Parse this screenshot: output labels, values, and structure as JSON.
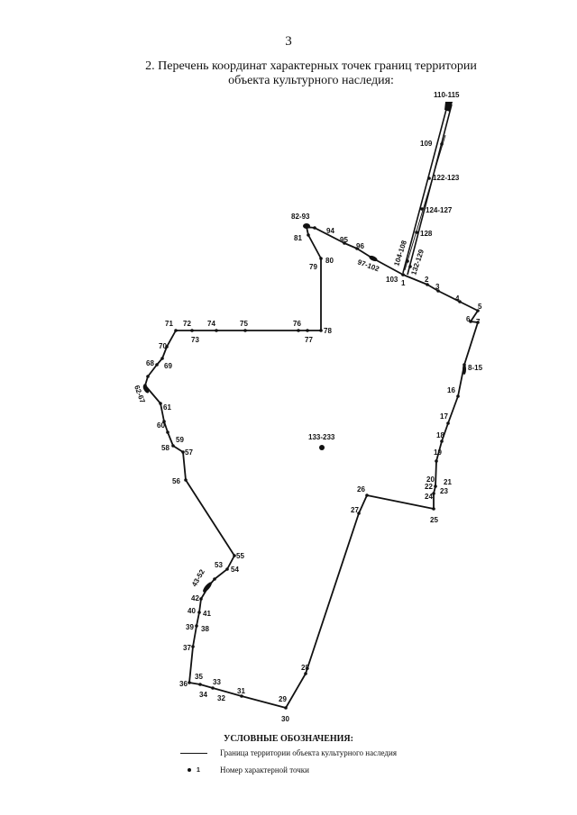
{
  "page_number": "3",
  "heading": "2. Перечень координат характерных точек границ территории объекта культурного наследия:",
  "plan_labels": [
    "110-115",
    "109",
    "122-123",
    "124-127",
    "128",
    "104-108",
    "132-129",
    "82-93",
    "81",
    "94",
    "95",
    "96",
    "97-102",
    "103",
    "79",
    "80",
    "1",
    "2",
    "3",
    "4",
    "5",
    "6",
    "7",
    "8-15",
    "16",
    "17",
    "18",
    "19",
    "20",
    "21",
    "22",
    "23",
    "24",
    "25",
    "26",
    "27",
    "28",
    "29",
    "30",
    "31",
    "32",
    "33",
    "34",
    "35",
    "36",
    "37",
    "38",
    "39",
    "40",
    "41",
    "42",
    "43-52",
    "53",
    "54",
    "55",
    "56",
    "57",
    "58",
    "59",
    "60",
    "61",
    "62-67",
    "68",
    "69",
    "70",
    "71",
    "72",
    "73",
    "74",
    "75",
    "76",
    "77",
    "78",
    "133-233"
  ],
  "legend": {
    "title": "УСЛОВНЫЕ ОБОЗНАЧЕНИЯ:",
    "items": [
      {
        "symbol": "line",
        "text": "Граница территории объекта культурного наследия"
      },
      {
        "symbol": "dot",
        "sample": "1",
        "text": "Номер характерной точки"
      }
    ]
  }
}
